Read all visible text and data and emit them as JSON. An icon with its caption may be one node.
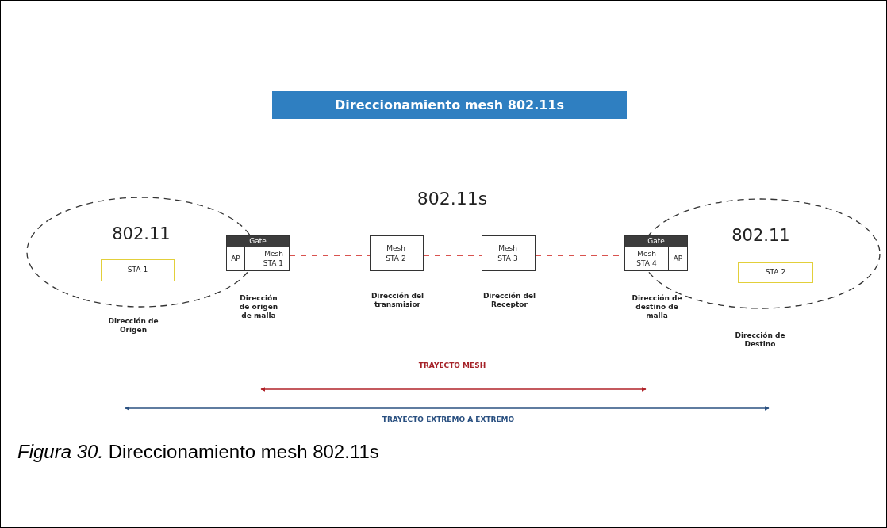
{
  "diagram": {
    "title": "Direccionamiento mesh 802.11s",
    "caption": "*Figura 30.* Direccionamiento mesh 802.11s",
    "nodes": [
      {
        "text": [
          "802.11"
        ],
        "beside": [
          "Dirección de Origen"
        ]
      },
      {
        "text": [
          "STA 1"
        ],
        "in": 0
      },
      {
        "text": [
          "Gate",
          "AP",
          "Mesh STA 1"
        ],
        "beside": [
          "Dirección de origen de malla"
        ]
      },
      {
        "text": [
          "Mesh STA 2"
        ],
        "beside": [
          "Dirección del transmisior"
        ]
      },
      {
        "text": [
          "Mesh STA 3"
        ],
        "beside": [
          "Dirección del Receptor"
        ]
      },
      {
        "text": [
          "Gate",
          "Mesh STA 4",
          "AP"
        ],
        "beside": [
          "Dirección de destino de malla"
        ]
      },
      {
        "text": [
          "802.11"
        ],
        "beside": [
          "Dirección de Destino"
        ]
      },
      {
        "text": [
          "STA 2"
        ],
        "in": 6
      }
    ],
    "edges": [
      {
        "from": 2,
        "to": 3,
        "arrow": "none",
        "style": "dashed"
      },
      {
        "from": 3,
        "to": 4,
        "arrow": "none",
        "style": "dashed"
      },
      {
        "from": 4,
        "to": 5,
        "arrow": "none",
        "style": "dashed"
      }
    ],
    "labels": [
      "802.11s",
      "TRAYECTO MESH",
      "TRAYECTO EXTREMO A EXTREMO"
    ]
  }
}
